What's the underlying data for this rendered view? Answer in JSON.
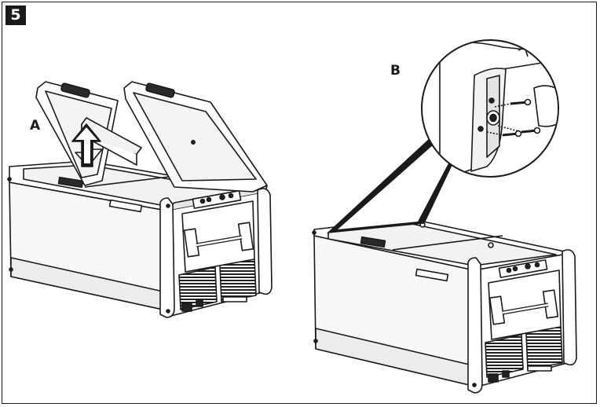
{
  "figure": {
    "step_number": "5",
    "label_a": "A",
    "label_b": "B"
  },
  "colors": {
    "stroke": "#1a1a1a",
    "fill_light": "#ffffff",
    "fill_mid": "#e9e9e9",
    "fill_dark": "#3a3a3a"
  }
}
